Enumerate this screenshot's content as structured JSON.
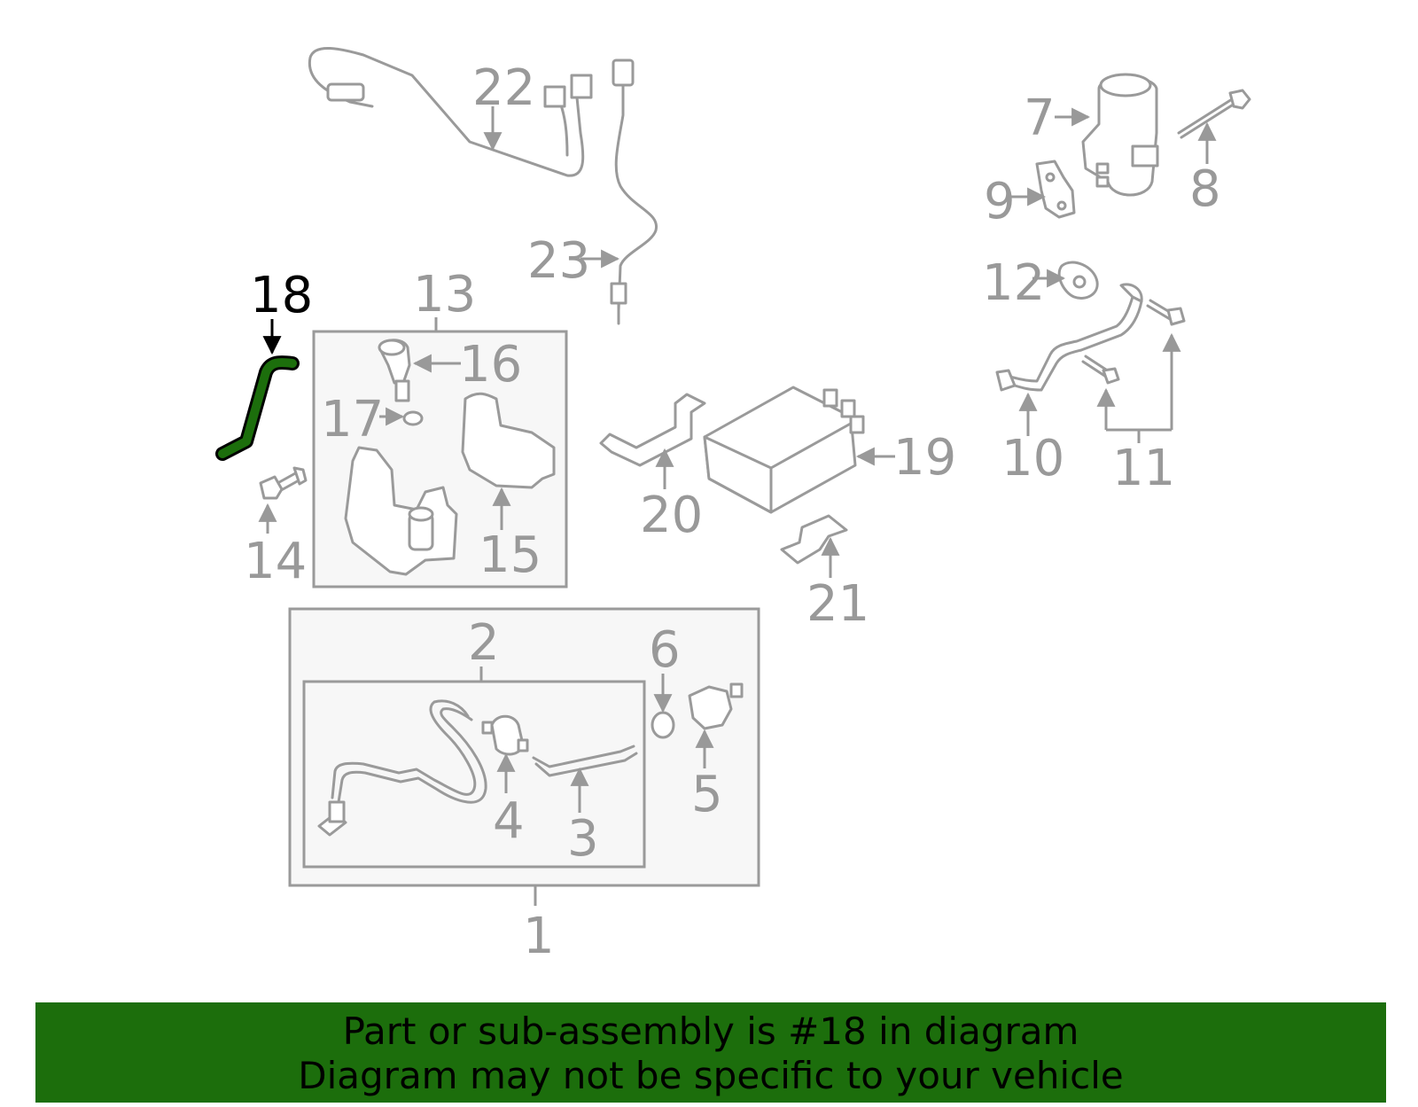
{
  "diagram": {
    "highlight_color": "#1c6e0c",
    "part_color": "#9a9a9a",
    "labels": {
      "p1": "1",
      "p2": "2",
      "p3": "3",
      "p4": "4",
      "p5": "5",
      "p6": "6",
      "p7": "7",
      "p8": "8",
      "p9": "9",
      "p10": "10",
      "p11": "11",
      "p12": "12",
      "p13": "13",
      "p14": "14",
      "p15": "15",
      "p16": "16",
      "p17": "17",
      "p18": "18",
      "p19": "19",
      "p20": "20",
      "p21": "21",
      "p22": "22",
      "p23": "23"
    }
  },
  "banner": {
    "line1": "Part or sub-assembly is #18 in diagram",
    "line2": "Diagram may not be specific to your vehicle"
  }
}
